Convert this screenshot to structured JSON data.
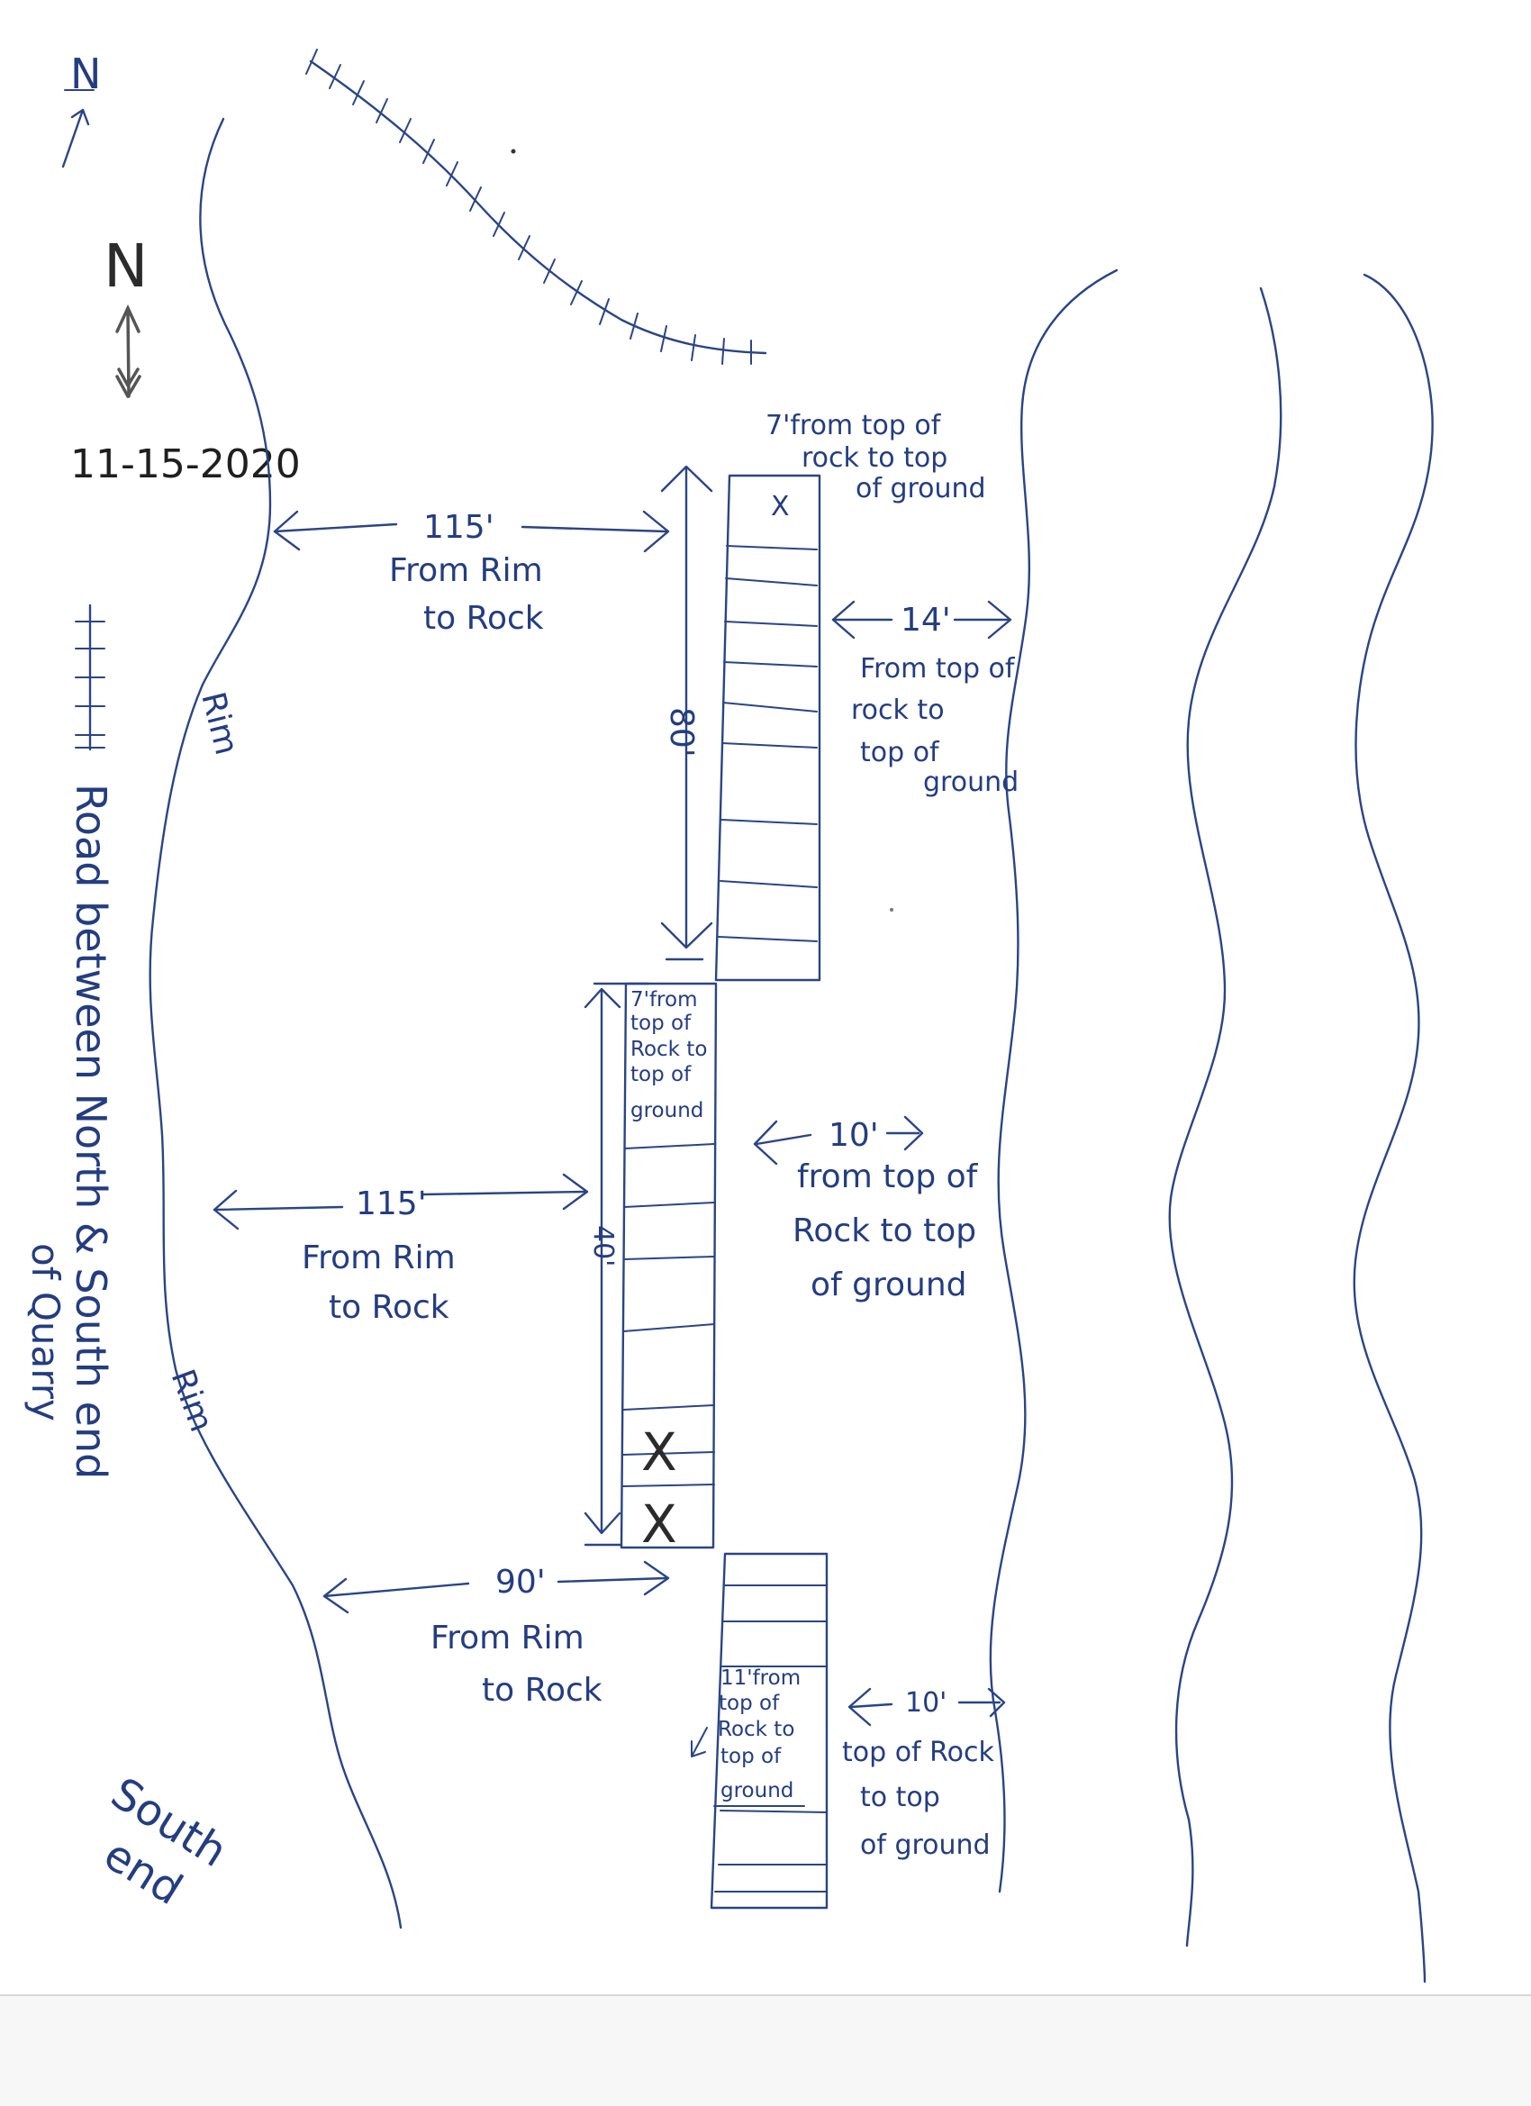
{
  "north_marks": {
    "top_n": "N",
    "pencil_n": "N"
  },
  "date": "11-15-2020",
  "rim_labels": {
    "upper": "Rim",
    "lower": "Rim"
  },
  "road_label": {
    "line1": "Road between North & South end",
    "line2": "of Quarry"
  },
  "south_end": {
    "line1": "South",
    "line2": "end"
  },
  "block1": {
    "top_depth": [
      "7'from top of",
      "rock to top",
      "of ground"
    ],
    "length": "80'",
    "rim_distance": "115'",
    "rim_text": [
      "From Rim",
      "to Rock"
    ],
    "side_depth": "14'",
    "side_text": [
      "From top of",
      "rock to",
      "top of",
      "ground"
    ]
  },
  "block2": {
    "inside_text": [
      "7'from",
      "top of",
      "Rock to",
      "top of",
      "ground"
    ],
    "length": "40'",
    "rim_distance": "115'",
    "rim_text": [
      "From Rim",
      "to Rock"
    ],
    "side_depth": "10'",
    "side_text": [
      "from top of",
      "Rock to top",
      "of ground"
    ],
    "x_marks": [
      "X",
      "X"
    ]
  },
  "block3": {
    "rim_distance": "90'",
    "rim_text": [
      "From Rim",
      "to Rock"
    ],
    "inside_text": [
      "11'from",
      "top of",
      "Rock to",
      "top of",
      "ground"
    ],
    "side_depth": "10'",
    "side_text": [
      "top of Rock",
      "to top",
      "of ground"
    ]
  },
  "block1_marker": "X"
}
